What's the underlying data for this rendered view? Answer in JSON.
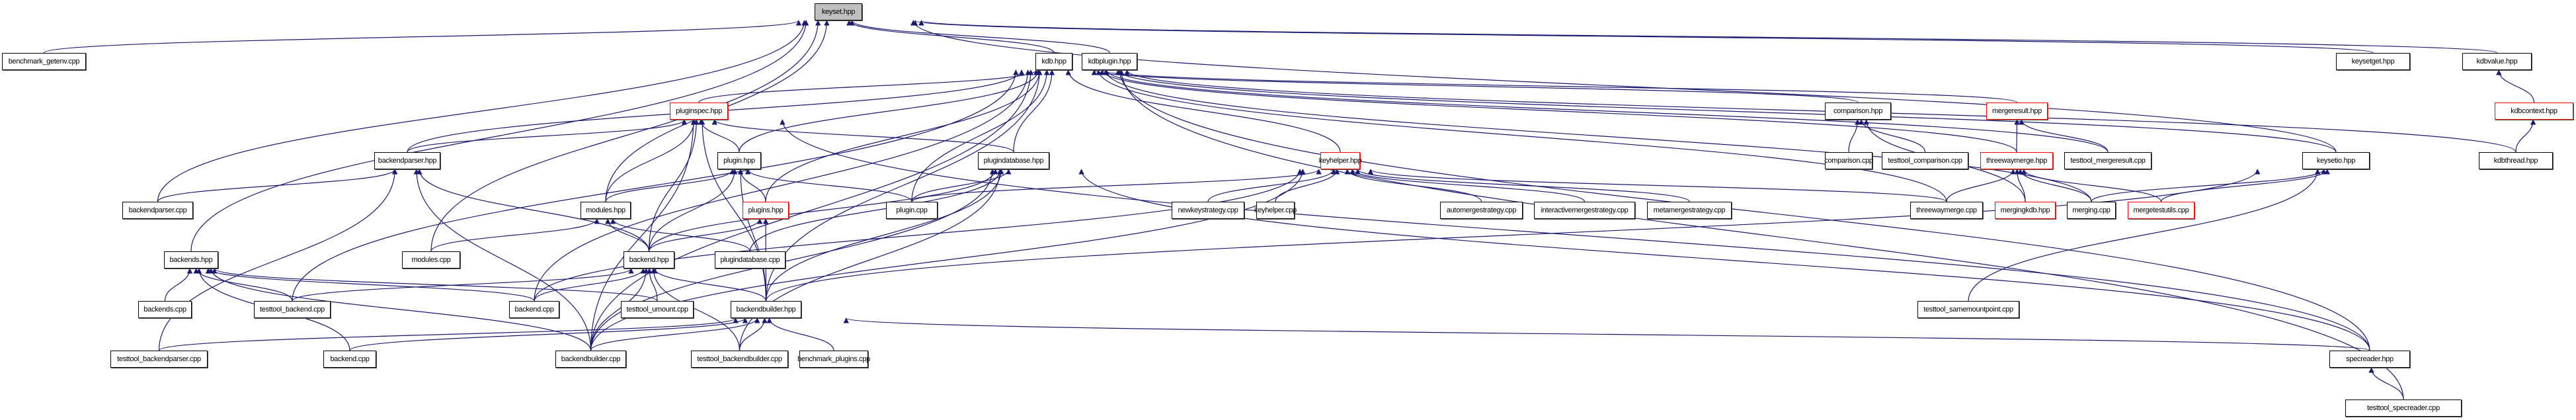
{
  "diagram": {
    "type": "include-dependency-graph",
    "root": "keyset.hpp",
    "colors": {
      "edge": "#191970",
      "border_default": "#000000",
      "border_incomplete": "#ff0000",
      "root_fill": "#bfbfbf"
    },
    "nodes": [
      {
        "id": "keyset_hpp",
        "label": "keyset.hpp",
        "style": "root"
      },
      {
        "id": "benchmark_getenv_cpp",
        "label": "benchmark_getenv.cpp"
      },
      {
        "id": "kdb_hpp",
        "label": "kdb.hpp"
      },
      {
        "id": "kdbplugin_hpp",
        "label": "kdbplugin.hpp"
      },
      {
        "id": "keysetget_hpp",
        "label": "keysetget.hpp"
      },
      {
        "id": "kdbvalue_hpp",
        "label": "kdbvalue.hpp"
      },
      {
        "id": "pluginspec_hpp",
        "label": "pluginspec.hpp",
        "style": "red"
      },
      {
        "id": "comparison_hpp",
        "label": "comparison.hpp"
      },
      {
        "id": "mergeresult_hpp",
        "label": "mergeresult.hpp",
        "style": "red"
      },
      {
        "id": "kdbcontext_hpp",
        "label": "kdbcontext.hpp",
        "style": "red"
      },
      {
        "id": "backendparser_hpp",
        "label": "backendparser.hpp"
      },
      {
        "id": "plugin_hpp",
        "label": "plugin.hpp"
      },
      {
        "id": "plugindatabase_hpp",
        "label": "plugindatabase.hpp"
      },
      {
        "id": "keyhelper_hpp",
        "label": "keyhelper.hpp",
        "style": "red"
      },
      {
        "id": "comparison_cpp",
        "label": "comparison.cpp"
      },
      {
        "id": "testtool_comparison_cpp",
        "label": "testtool_comparison.cpp"
      },
      {
        "id": "threewaymerge_hpp",
        "label": "threewaymerge.hpp",
        "style": "red"
      },
      {
        "id": "testtool_mergeresult_cpp",
        "label": "testtool_mergeresult.cpp"
      },
      {
        "id": "keysetio_hpp",
        "label": "keysetio.hpp"
      },
      {
        "id": "kdbthread_hpp",
        "label": "kdbthread.hpp"
      },
      {
        "id": "backendparser_cpp",
        "label": "backendparser.cpp"
      },
      {
        "id": "modules_hpp",
        "label": "modules.hpp"
      },
      {
        "id": "plugins_hpp",
        "label": "plugins.hpp",
        "style": "red"
      },
      {
        "id": "plugin_cpp",
        "label": "plugin.cpp"
      },
      {
        "id": "newkeystrategy_cpp",
        "label": "newkeystrategy.cpp"
      },
      {
        "id": "keyhelper_cpp",
        "label": "keyhelper.cpp"
      },
      {
        "id": "automergestrategy_cpp",
        "label": "automergestrategy.cpp"
      },
      {
        "id": "interactivemergestrategy_cpp",
        "label": "interactivemergestrategy.cpp"
      },
      {
        "id": "metamergestrategy_cpp",
        "label": "metamergestrategy.cpp"
      },
      {
        "id": "threewaymerge_cpp",
        "label": "threewaymerge.cpp"
      },
      {
        "id": "mergingkdb_hpp",
        "label": "mergingkdb.hpp",
        "style": "red"
      },
      {
        "id": "merging_cpp",
        "label": "merging.cpp"
      },
      {
        "id": "mergetestutils_cpp",
        "label": "mergetestutils.cpp",
        "style": "red"
      },
      {
        "id": "modules_cpp",
        "label": "modules.cpp"
      },
      {
        "id": "backend_hpp",
        "label": "backend.hpp"
      },
      {
        "id": "plugindatabase_cpp",
        "label": "plugindatabase.cpp"
      },
      {
        "id": "backends_hpp",
        "label": "backends.hpp"
      },
      {
        "id": "backends_cpp",
        "label": "backends.cpp"
      },
      {
        "id": "testtool_backend_cpp",
        "label": "testtool_backend.cpp"
      },
      {
        "id": "backend_cpp",
        "label": "backend.cpp"
      },
      {
        "id": "testtool_umount_cpp",
        "label": "testtool_umount.cpp"
      },
      {
        "id": "backendbuilder_hpp",
        "label": "backendbuilder.hpp"
      },
      {
        "id": "testtool_samemountpoint_cpp",
        "label": "testtool_samemountpoint.cpp"
      },
      {
        "id": "testtool_backendparser_cpp",
        "label": "testtool_backendparser.cpp"
      },
      {
        "id": "backend_cpp2",
        "label": "backend.cpp"
      },
      {
        "id": "backendbuilder_cpp",
        "label": "backendbuilder.cpp"
      },
      {
        "id": "testtool_backendbuilder_cpp",
        "label": "testtool_backendbuilder.cpp"
      },
      {
        "id": "benchmark_plugins_cpp",
        "label": "benchmark_plugins.cpp"
      },
      {
        "id": "specreader_hpp",
        "label": "specreader.hpp"
      },
      {
        "id": "testtool_specreader_cpp",
        "label": "testtool_specreader.cpp"
      }
    ],
    "edges": [
      [
        "benchmark_getenv_cpp",
        "keyset_hpp"
      ],
      [
        "kdb_hpp",
        "keyset_hpp"
      ],
      [
        "kdbplugin_hpp",
        "keyset_hpp"
      ],
      [
        "keysetget_hpp",
        "keyset_hpp"
      ],
      [
        "kdbvalue_hpp",
        "keyset_hpp"
      ],
      [
        "backendparser_cpp",
        "keyset_hpp"
      ],
      [
        "backends_hpp",
        "keyset_hpp"
      ],
      [
        "modules_cpp",
        "keyset_hpp"
      ],
      [
        "modules_hpp",
        "keyset_hpp"
      ],
      [
        "keysetio_hpp",
        "keyset_hpp"
      ],
      [
        "pluginspec_hpp",
        "kdb_hpp"
      ],
      [
        "backendparser_hpp",
        "kdb_hpp"
      ],
      [
        "plugin_hpp",
        "kdb_hpp"
      ],
      [
        "plugindatabase_hpp",
        "kdb_hpp"
      ],
      [
        "keyhelper_hpp",
        "kdb_hpp"
      ],
      [
        "comparison_hpp",
        "kdb_hpp"
      ],
      [
        "mergeresult_hpp",
        "kdb_hpp"
      ],
      [
        "threewaymerge_hpp",
        "kdb_hpp"
      ],
      [
        "testtool_mergeresult_cpp",
        "kdb_hpp"
      ],
      [
        "keysetio_hpp",
        "kdb_hpp"
      ],
      [
        "kdbthread_hpp",
        "kdb_hpp"
      ],
      [
        "plugins_hpp",
        "kdb_hpp"
      ],
      [
        "plugin_cpp",
        "kdb_hpp"
      ],
      [
        "backendbuilder_hpp",
        "kdb_hpp"
      ],
      [
        "backend_cpp",
        "kdb_hpp"
      ],
      [
        "backendbuilder_cpp",
        "kdb_hpp"
      ],
      [
        "testtool_backend_cpp",
        "kdb_hpp"
      ],
      [
        "merging_cpp",
        "kdb_hpp"
      ],
      [
        "specreader_hpp",
        "kdb_hpp"
      ],
      [
        "testtool_specreader_cpp",
        "kdb_hpp"
      ],
      [
        "threewaymerge_cpp",
        "kdb_hpp"
      ],
      [
        "backendparser_hpp",
        "pluginspec_hpp"
      ],
      [
        "plugin_hpp",
        "pluginspec_hpp"
      ],
      [
        "plugindatabase_hpp",
        "pluginspec_hpp"
      ],
      [
        "modules_hpp",
        "pluginspec_hpp"
      ],
      [
        "backend_hpp",
        "pluginspec_hpp"
      ],
      [
        "backendbuilder_hpp",
        "pluginspec_hpp"
      ],
      [
        "backendbuilder_cpp",
        "pluginspec_hpp"
      ],
      [
        "specreader_hpp",
        "pluginspec_hpp"
      ],
      [
        "modules_hpp",
        "plugin_hpp"
      ],
      [
        "plugins_hpp",
        "plugin_hpp"
      ],
      [
        "plugin_cpp",
        "plugin_hpp"
      ],
      [
        "backend_hpp",
        "plugin_hpp"
      ],
      [
        "backendbuilder_hpp",
        "plugin_hpp"
      ],
      [
        "plugin_cpp",
        "plugindatabase_hpp"
      ],
      [
        "plugindatabase_cpp",
        "plugindatabase_hpp"
      ],
      [
        "backend_hpp",
        "plugindatabase_hpp"
      ],
      [
        "backendbuilder_hpp",
        "plugindatabase_hpp"
      ],
      [
        "backendbuilder_cpp",
        "plugindatabase_hpp"
      ],
      [
        "testtool_backendbuilder_cpp",
        "plugindatabase_hpp"
      ],
      [
        "specreader_hpp",
        "plugindatabase_hpp"
      ],
      [
        "plugin_cpp",
        "keyhelper_hpp"
      ],
      [
        "newkeystrategy_cpp",
        "keyhelper_hpp"
      ],
      [
        "keyhelper_cpp",
        "keyhelper_hpp"
      ],
      [
        "automergestrategy_cpp",
        "keyhelper_hpp"
      ],
      [
        "interactivemergestrategy_cpp",
        "keyhelper_hpp"
      ],
      [
        "metamergestrategy_cpp",
        "keyhelper_hpp"
      ],
      [
        "threewaymerge_cpp",
        "keyhelper_hpp"
      ],
      [
        "backendbuilder_cpp",
        "keyhelper_hpp"
      ],
      [
        "backend_cpp",
        "keyhelper_hpp"
      ],
      [
        "comparison_cpp",
        "comparison_hpp"
      ],
      [
        "testtool_comparison_cpp",
        "comparison_hpp"
      ],
      [
        "mergingkdb_hpp",
        "comparison_hpp"
      ],
      [
        "threewaymerge_hpp",
        "mergeresult_hpp"
      ],
      [
        "testtool_mergeresult_cpp",
        "mergeresult_hpp"
      ],
      [
        "threewaymerge_cpp",
        "threewaymerge_hpp"
      ],
      [
        "mergingkdb_hpp",
        "threewaymerge_hpp"
      ],
      [
        "merging_cpp",
        "threewaymerge_hpp"
      ],
      [
        "mergetestutils_cpp",
        "threewaymerge_hpp"
      ],
      [
        "merging_cpp",
        "keysetio_hpp"
      ],
      [
        "mergetestutils_cpp",
        "keysetio_hpp"
      ],
      [
        "testtool_samemountpoint_cpp",
        "keysetio_hpp"
      ],
      [
        "backendbuilder_hpp",
        "keysetio_hpp"
      ],
      [
        "kdbcontext_hpp",
        "kdbvalue_hpp"
      ],
      [
        "kdbthread_hpp",
        "kdbcontext_hpp"
      ],
      [
        "backendparser_cpp",
        "backendparser_hpp"
      ],
      [
        "testtool_backendparser_cpp",
        "backendparser_hpp"
      ],
      [
        "backend_hpp",
        "backendparser_hpp"
      ],
      [
        "backendbuilder_cpp",
        "backendparser_hpp"
      ],
      [
        "modules_cpp",
        "modules_hpp"
      ],
      [
        "backend_hpp",
        "modules_hpp"
      ],
      [
        "plugindatabase_cpp",
        "modules_hpp"
      ],
      [
        "backend_hpp",
        "plugins_hpp"
      ],
      [
        "backendbuilder_hpp",
        "plugins_hpp"
      ],
      [
        "backend_cpp",
        "backend_hpp"
      ],
      [
        "testtool_umount_cpp",
        "backend_hpp"
      ],
      [
        "backendbuilder_hpp",
        "backend_hpp"
      ],
      [
        "backendbuilder_cpp",
        "backend_hpp"
      ],
      [
        "testtool_backendbuilder_cpp",
        "backend_hpp"
      ],
      [
        "testtool_backend_cpp",
        "backend_hpp"
      ],
      [
        "backends_cpp",
        "backends_hpp"
      ],
      [
        "testtool_backend_cpp",
        "backends_hpp"
      ],
      [
        "backend_cpp2",
        "backends_hpp"
      ],
      [
        "testtool_umount_cpp",
        "backends_hpp"
      ],
      [
        "backendbuilder_cpp",
        "backends_hpp"
      ],
      [
        "backend_cpp",
        "backends_hpp"
      ],
      [
        "backendbuilder_cpp",
        "backendbuilder_hpp"
      ],
      [
        "testtool_backendbuilder_cpp",
        "backendbuilder_hpp"
      ],
      [
        "benchmark_plugins_cpp",
        "backendbuilder_hpp"
      ],
      [
        "backend_cpp2",
        "backendbuilder_hpp"
      ],
      [
        "testtool_backendparser_cpp",
        "backendbuilder_hpp"
      ],
      [
        "specreader_hpp",
        "backendbuilder_hpp"
      ],
      [
        "testtool_specreader_cpp",
        "specreader_hpp"
      ]
    ]
  }
}
